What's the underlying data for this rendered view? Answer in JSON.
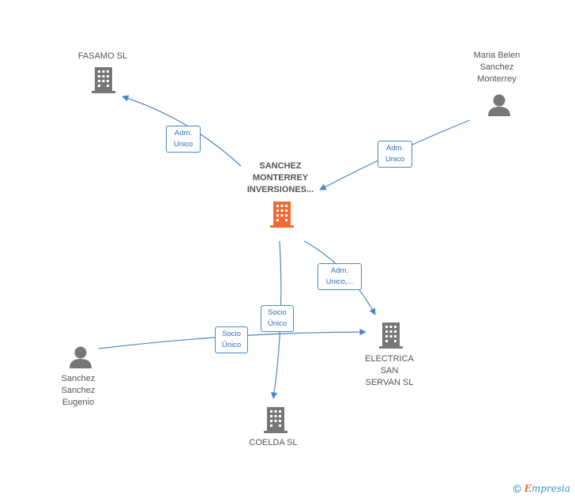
{
  "nodes": {
    "fasamo": {
      "label": "FASAMO  SL",
      "kind": "company"
    },
    "maria": {
      "label": "Maria Belen\nSanchez\nMonterrey",
      "kind": "person"
    },
    "main": {
      "label": "SANCHEZ\nMONTERREY\nINVERSIONES...",
      "kind": "company-main"
    },
    "electrica": {
      "label": "ELECTRICA\nSAN\nSERVAN SL",
      "kind": "company"
    },
    "sanchez": {
      "label": "Sanchez\nSanchez\nEugenio",
      "kind": "person"
    },
    "coelda": {
      "label": "COELDA  SL",
      "kind": "company"
    }
  },
  "edges": {
    "main_fasamo": {
      "label": "Adm.\nUnico"
    },
    "maria_main": {
      "label": "Adm.\nUnico"
    },
    "main_electrica": {
      "label": "Adm.\nUnico,..."
    },
    "main_coelda": {
      "label": "Socio\nÚnico"
    },
    "sanchez_electrica": {
      "label": "Socio\nÚnico"
    }
  },
  "colors": {
    "company": "#777777",
    "company_main": "#f26a35",
    "person": "#777777",
    "edge": "#4a86c8"
  },
  "footer": {
    "copyright": "©",
    "brand_initial": "E",
    "brand_rest": "mpresia"
  }
}
